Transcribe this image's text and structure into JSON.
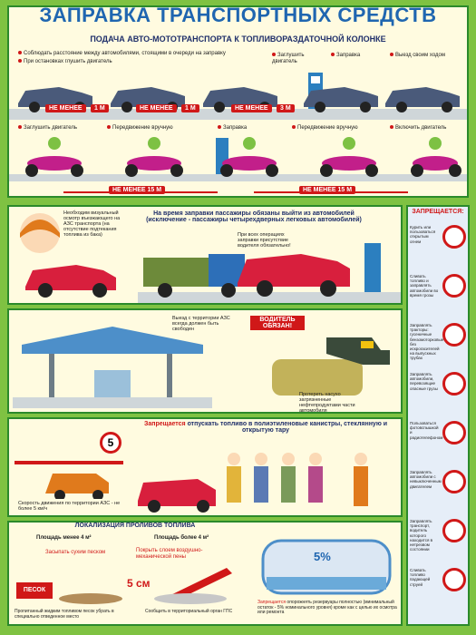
{
  "title": "ЗАПРАВКА ТРАНСПОРТНЫХ СРЕДСТВ",
  "subtitle": "ПОДАЧА АВТО-МОТОТРАНСПОРТА К ТОПЛИВОРАЗДАТОЧНОЙ КОЛОНКЕ",
  "cars": {
    "note1": "Соблюдать расстояние между автомобилями, стоящими в очереди на заправку",
    "note2": "При остановках глушить двигатель",
    "stop_engine": "Заглушить двигатель",
    "refuel": "Заправка",
    "leave": "Выезд своим ходом",
    "dist1": "НЕ МЕНЕЕ",
    "dist1_val": "1 М",
    "dist2": "НЕ МЕНЕЕ",
    "dist2_val": "1 М",
    "dist3": "НЕ МЕНЕЕ",
    "dist3_val": "3 М"
  },
  "moto": {
    "stop_engine": "Заглушить двигатель",
    "push1": "Передвижение вручную",
    "refuel": "Заправка",
    "push2": "Передвижение вручную",
    "start_engine": "Включить двигатель",
    "dist1": "НЕ МЕНЕЕ 15 М",
    "dist2": "НЕ МЕНЕЕ 15 М"
  },
  "passengers": {
    "inspect": "Необходим визуальный осмотр въезжающего на АЗС транспорта (на отсутствие подтекания топлива из бака)",
    "heading": "На время заправки пассажиры обязаны выйти из автомобилей (исключение - пассажиры четырехдверных легковых автомобилей)",
    "driver_present": "При всех операциях заправки присутствие водителя обязательно!"
  },
  "exit": {
    "note": "Выезд с территории АЗС всегда должен быть свободен",
    "driver_must": "ВОДИТЕЛЬ ОБЯЗАН!",
    "wipe": "Протереть насухо загрязненные нефтепродуктами части автомобиля"
  },
  "speed": {
    "limit": "5",
    "note": "Скорость движения по территории АЗС - не более 5 км/ч"
  },
  "forbidden_fuel": {
    "word": "Запрещается",
    "text": "отпускать топливо в полиэтиленовые канистры, стеклянную и открытую тару"
  },
  "spill": {
    "heading": "ЛОКАЛИЗАЦИЯ ПРОЛИВОВ ТОПЛИВА",
    "area1": "Площадь менее 4 м²",
    "area2": "Площадь более 4 м²",
    "sand": "Засыпать сухим песком",
    "foam": "Покрыть слоем воздушно-механической пены",
    "sand_box": "ПЕСОК",
    "depth": "5 см",
    "collect": "Пропитанный жидким топливом песок убрать в специально отведенное место",
    "report": "Сообщить в территориальный орган ГПС"
  },
  "tank": {
    "percent": "5%",
    "word": "Запрещается",
    "text": "опорожнять резервуары полностью (минимальный остаток - 5% номинального уровня) кроме как с целью их осмотра или ремонта"
  },
  "side": {
    "title": "ЗАПРЕЩАЕТСЯ:",
    "items": [
      "Курить или пользоваться открытым огнем",
      "Сливать топливо и заправлять автомобили во время грозы",
      "Заправлять тракторы: гусеничные бензомоторковые без искрогасителей на выпускных трубах",
      "Заправлять автомобили, перевозящие опасные грузы",
      "Пользоваться фотовспышкой и радиотелефоном",
      "Заправлять автомобили с невыключенным двигателем",
      "Заправлять транспорт, водитель которого находится в нетрезвом состоянии",
      "Сливать топливо падающей струей"
    ]
  }
}
